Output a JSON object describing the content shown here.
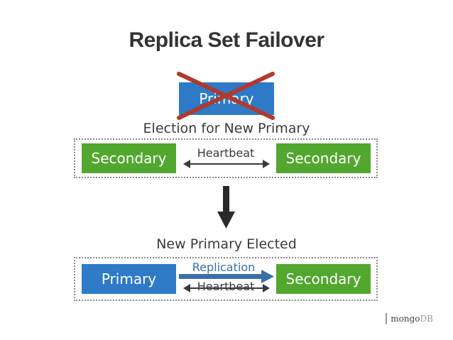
{
  "title": "Replica Set Failover",
  "colors": {
    "primary_blue": "#2f7ac7",
    "secondary_green": "#52a72f",
    "cross_red": "#b03a2e",
    "replication_blue": "#3b6fa8",
    "text_dark": "#3a3a3a"
  },
  "before": {
    "failed_node": "Primary",
    "caption": "Election for New Primary",
    "left_node": "Secondary",
    "right_node": "Secondary",
    "link_label": "Heartbeat"
  },
  "after": {
    "caption": "New Primary Elected",
    "left_node": "Primary",
    "right_node": "Secondary",
    "replication_label": "Replication",
    "heartbeat_label": "Heartbeat"
  },
  "logo": {
    "mongo": "mongo",
    "db": "DB"
  }
}
